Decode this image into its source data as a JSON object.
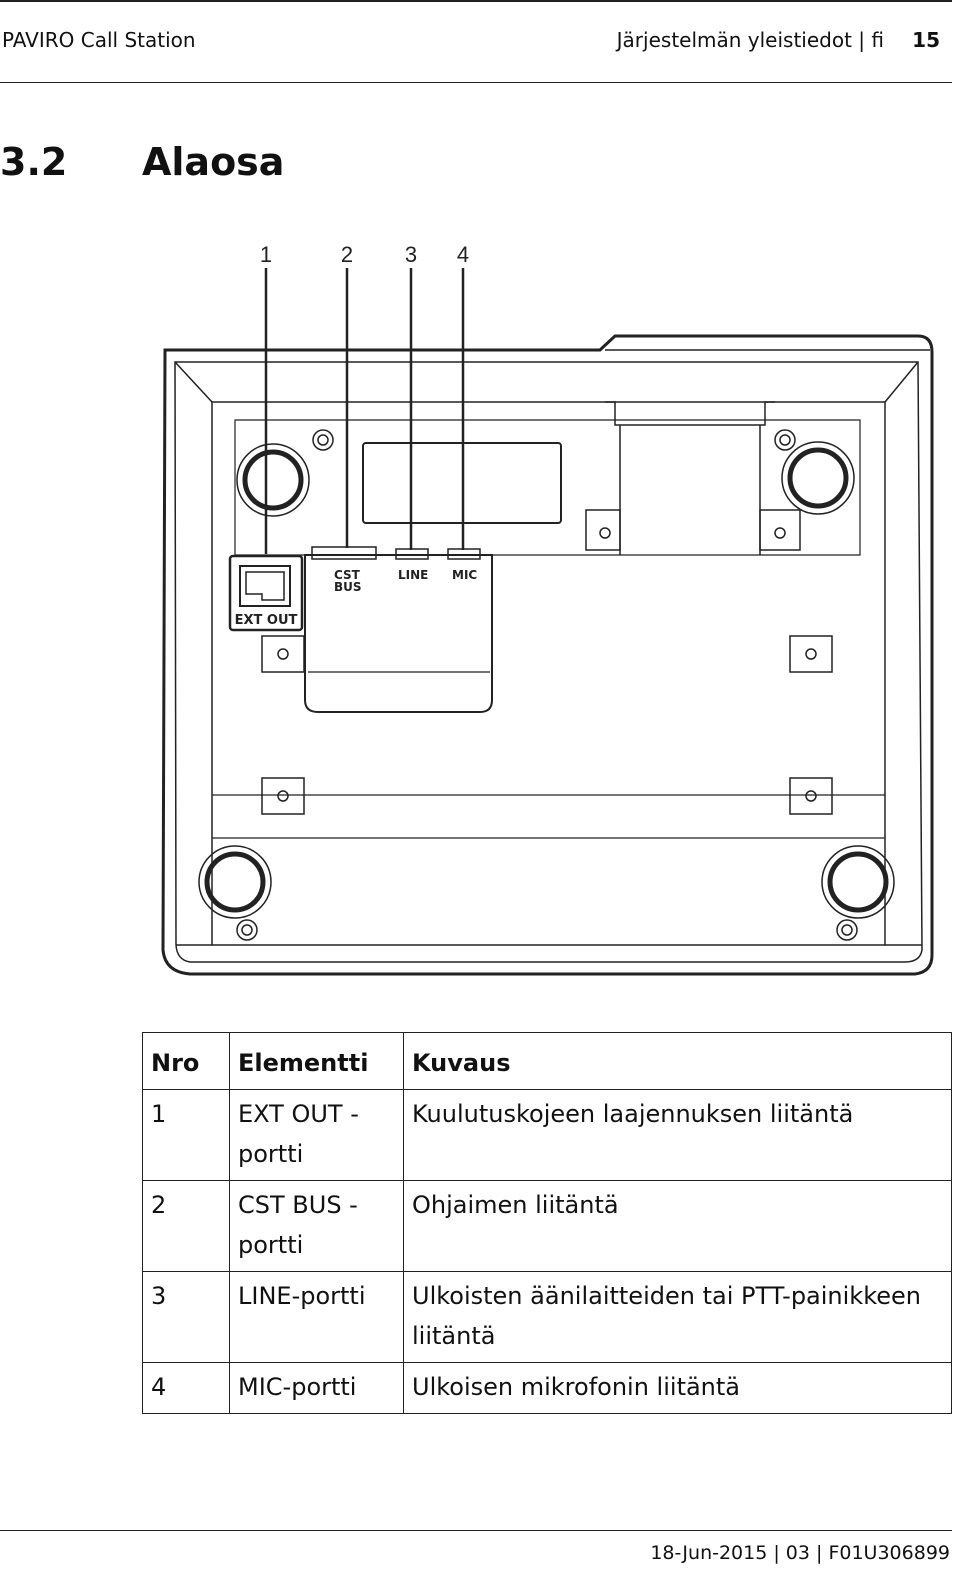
{
  "header": {
    "product": "PAVIRO Call Station",
    "section": "Järjestelmän yleistiedot | fi",
    "page": "15"
  },
  "heading": {
    "number": "3.2",
    "title": "Alaosa"
  },
  "figure": {
    "callouts": [
      "1",
      "2",
      "3",
      "4"
    ],
    "port_labels": {
      "ext_out": "EXT  OUT",
      "cst": "CST",
      "bus": "BUS",
      "line": "LINE",
      "mic": "MIC"
    }
  },
  "table": {
    "headers": [
      "Nro",
      "Elementti",
      "Kuvaus"
    ],
    "rows": [
      {
        "nro": "1",
        "element": "EXT OUT -\nportti",
        "description": "Kuulutuskojeen laajennuksen liitäntä"
      },
      {
        "nro": "2",
        "element": "CST BUS -\nportti",
        "description": "Ohjaimen liitäntä"
      },
      {
        "nro": "3",
        "element": "LINE-portti",
        "description": "Ulkoisten äänilaitteiden tai PTT-painikkeen liitäntä"
      },
      {
        "nro": "4",
        "element": "MIC-portti",
        "description": "Ulkoisen mikrofonin liitäntä"
      }
    ]
  },
  "footer": "18-Jun-2015 | 03 | F01U306899"
}
